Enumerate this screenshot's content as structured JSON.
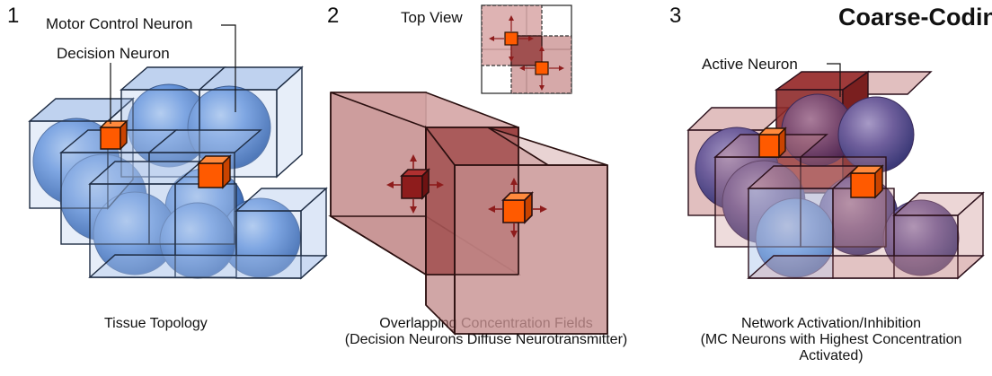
{
  "panels": [
    {
      "number": "1",
      "caption_lines": [
        "Tissue Topology"
      ]
    },
    {
      "number": "2",
      "caption_lines": [
        "Overlapping Concentration Fields",
        "(Decision Neurons Diffuse Neurotransmitter)"
      ]
    },
    {
      "number": "3",
      "caption_lines": [
        "Network Activation/Inhibition",
        "(MC Neurons with Highest Concentration",
        "Activated)"
      ]
    }
  ],
  "title": "Coarse-Coding",
  "labels": {
    "motor_control_neuron": "Motor Control Neuron",
    "decision_neuron": "Decision  Neuron",
    "top_view": "Top View",
    "active_neuron": "Active Neuron"
  },
  "colors": {
    "neuron_blue": "#5b8ed8",
    "cube_blue": "#a9c3ea",
    "field_red": "#b87474",
    "field_dark": "#8e2a2a",
    "decision_orange": "#ff5a00"
  }
}
